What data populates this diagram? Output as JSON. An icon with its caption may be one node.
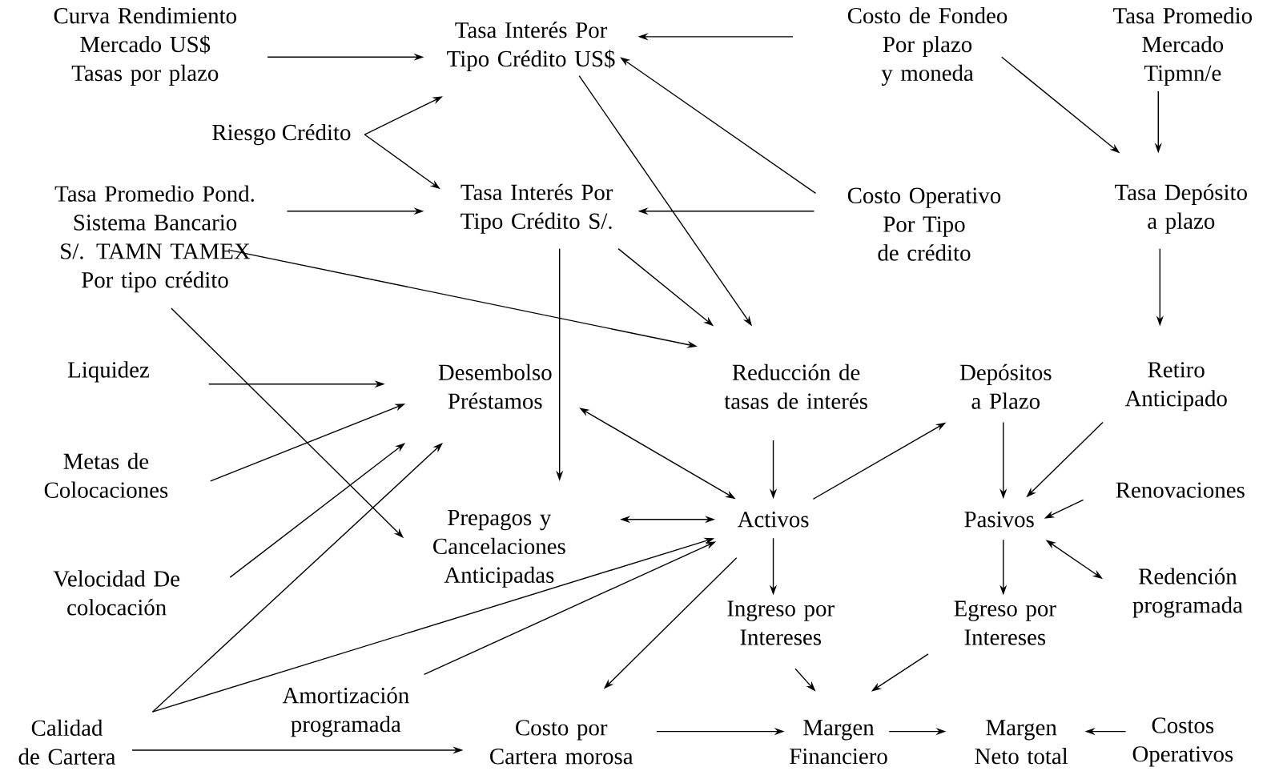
{
  "diagram": {
    "nodes": [
      {
        "text": [
          "Curva Rendimiento Mercado US$ Tasas por plazo"
        ]
      },
      {
        "text": [
          "Tasa Interés Por Tipo Crédito US$"
        ]
      },
      {
        "text": [
          "Costo de Fondeo Por plazo y moneda"
        ]
      },
      {
        "text": [
          "Tasa Promedio Mercado Tipmn/e"
        ]
      },
      {
        "text": [
          "Riesgo Crédito"
        ]
      },
      {
        "text": [
          "Tasa Promedio Pond. Sistema Bancario S/. TAMN TAMEX Por tipo crédito"
        ]
      },
      {
        "text": [
          "Tasa Interés Por Tipo Crédito S/."
        ]
      },
      {
        "text": [
          "Costo Operativo Por Tipo de crédito"
        ]
      },
      {
        "text": [
          "Tasa Depósito a plazo"
        ]
      },
      {
        "text": [
          "Liquidez"
        ]
      },
      {
        "text": [
          "Desembolso Préstamos"
        ]
      },
      {
        "text": [
          "Reducción de tasas de interés"
        ]
      },
      {
        "text": [
          "Depósitos a Plazo"
        ]
      },
      {
        "text": [
          "Retiro Anticipado"
        ]
      },
      {
        "text": [
          "Metas de Colocaciones"
        ]
      },
      {
        "text": [
          "Prepagos y Cancelaciones Anticipadas"
        ]
      },
      {
        "text": [
          "Activos"
        ]
      },
      {
        "text": [
          "Pasivos"
        ]
      },
      {
        "text": [
          "Renovaciones"
        ]
      },
      {
        "text": [
          "Velocidad De colocación"
        ]
      },
      {
        "text": [
          "Ingreso por Intereses"
        ]
      },
      {
        "text": [
          "Egreso por Intereses"
        ]
      },
      {
        "text": [
          "Redención programada"
        ]
      },
      {
        "text": [
          "Amortización programada"
        ]
      },
      {
        "text": [
          "Calidad de Cartera"
        ]
      },
      {
        "text": [
          "Costo por Cartera morosa"
        ]
      },
      {
        "text": [
          "Margen Financiero"
        ]
      },
      {
        "text": [
          "Margen Neto total"
        ]
      },
      {
        "text": [
          "Costos Operativos"
        ]
      }
    ],
    "edges": [
      {
        "from": 0,
        "to": 1,
        "arrow": "to"
      },
      {
        "from": 2,
        "to": 1,
        "arrow": "to"
      },
      {
        "from": 7,
        "to": 1,
        "arrow": "to"
      },
      {
        "from": 4,
        "to": 1,
        "arrow": "to"
      },
      {
        "from": 4,
        "to": 6,
        "arrow": "to"
      },
      {
        "from": 5,
        "to": 6,
        "arrow": "to"
      },
      {
        "from": 7,
        "to": 6,
        "arrow": "to"
      },
      {
        "from": 2,
        "to": 8,
        "arrow": "to"
      },
      {
        "from": 3,
        "to": 8,
        "arrow": "to"
      },
      {
        "from": 1,
        "to": 11,
        "arrow": "to"
      },
      {
        "from": 6,
        "to": 11,
        "arrow": "to"
      },
      {
        "from": 5,
        "to": 11,
        "arrow": "to"
      },
      {
        "from": 6,
        "to": 15,
        "arrow": "to"
      },
      {
        "from": 5,
        "to": 15,
        "arrow": "to"
      },
      {
        "from": 9,
        "to": 10,
        "arrow": "to"
      },
      {
        "from": 14,
        "to": 10,
        "arrow": "to"
      },
      {
        "from": 19,
        "to": 10,
        "arrow": "to"
      },
      {
        "from": 24,
        "to": 10,
        "arrow": "to"
      },
      {
        "from": 24,
        "to": 16,
        "arrow": "to"
      },
      {
        "from": 23,
        "to": 16,
        "arrow": "to"
      },
      {
        "from": 24,
        "to": 25,
        "arrow": "to"
      },
      {
        "from": 10,
        "to": 16,
        "arrow": "both"
      },
      {
        "from": 15,
        "to": 16,
        "arrow": "both"
      },
      {
        "from": 11,
        "to": 16,
        "arrow": "to"
      },
      {
        "from": 16,
        "to": 12,
        "arrow": "to"
      },
      {
        "from": 16,
        "to": 20,
        "arrow": "to"
      },
      {
        "from": 16,
        "to": 25,
        "arrow": "to"
      },
      {
        "from": 8,
        "to": 13,
        "arrow": "to"
      },
      {
        "from": 12,
        "to": 17,
        "arrow": "to"
      },
      {
        "from": 13,
        "to": 17,
        "arrow": "to"
      },
      {
        "from": 18,
        "to": 17,
        "arrow": "to"
      },
      {
        "from": 17,
        "to": 22,
        "arrow": "both"
      },
      {
        "from": 17,
        "to": 21,
        "arrow": "to"
      },
      {
        "from": 20,
        "to": 26,
        "arrow": "to"
      },
      {
        "from": 21,
        "to": 26,
        "arrow": "to"
      },
      {
        "from": 25,
        "to": 26,
        "arrow": "to"
      },
      {
        "from": 26,
        "to": 27,
        "arrow": "to"
      },
      {
        "from": 28,
        "to": 27,
        "arrow": "to"
      }
    ]
  }
}
